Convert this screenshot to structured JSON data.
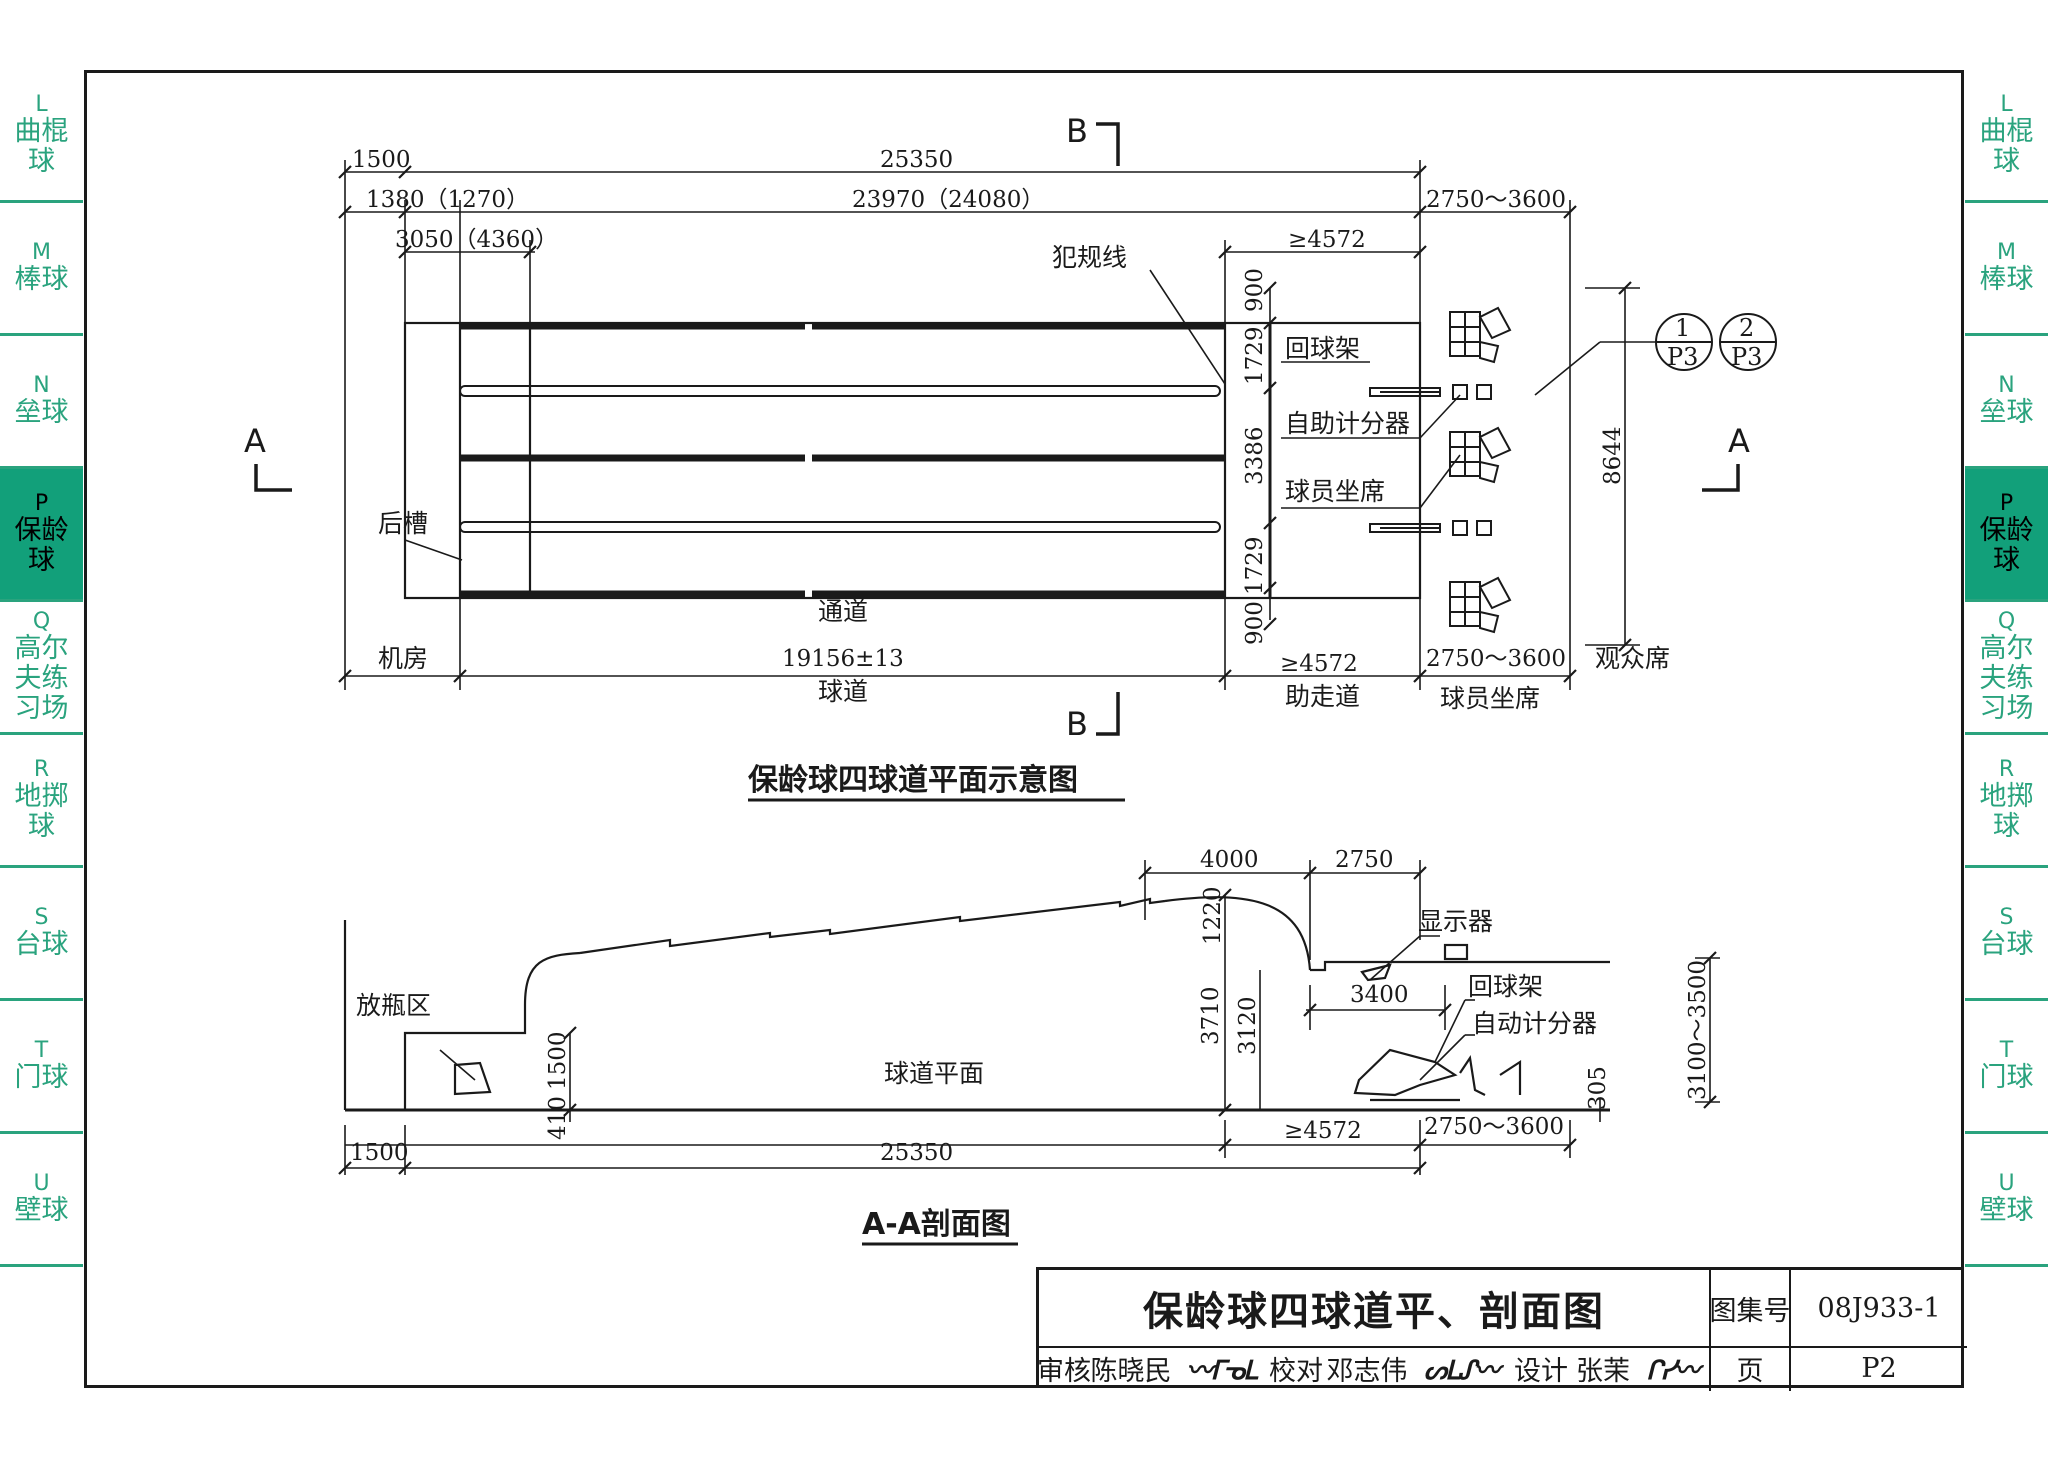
{
  "side_tabs": [
    {
      "code": "L",
      "name": "曲棍球",
      "active": false
    },
    {
      "code": "M",
      "name": "棒球",
      "active": false
    },
    {
      "code": "N",
      "name": "垒球",
      "active": false
    },
    {
      "code": "P",
      "name": "保龄球",
      "active": true
    },
    {
      "code": "Q",
      "name": "高尔夫练习场",
      "active": false
    },
    {
      "code": "R",
      "name": "地掷球",
      "active": false
    },
    {
      "code": "S",
      "name": "台球",
      "active": false
    },
    {
      "code": "T",
      "name": "门球",
      "active": false
    },
    {
      "code": "U",
      "name": "壁球",
      "active": false
    }
  ],
  "plan": {
    "caption": "保龄球四球道平面示意图",
    "section_mark_a": "A",
    "section_mark_b": "B",
    "dims": {
      "d1500": "1500",
      "d25350": "25350",
      "d1380": "1380（1270）",
      "d23970": "23970（24080）",
      "d2750_3600_top": "2750～3600",
      "d3050": "3050（4360）",
      "d4572_top": "≥4572",
      "d900_top": "900",
      "d1729_top": "1729",
      "d3386": "3386",
      "d1729_bot": "1729",
      "d900_bot": "900",
      "d8644": "8644",
      "d19156": "19156±13",
      "d4572_bot": "≥4572",
      "d2750_3600_bot": "2750～3600"
    },
    "labels": {
      "foul_line": "犯规线",
      "ball_return": "回球架",
      "auto_scorer": "自助计分器",
      "player_seat": "球员坐席",
      "pit": "后槽",
      "aisle": "通道",
      "machine_room": "机房",
      "lane": "球道",
      "approach": "助走道",
      "player_seats_zone": "球员坐席",
      "spectators": "观众席"
    },
    "detail_refs": [
      {
        "num": "1",
        "sheet": "P3"
      },
      {
        "num": "2",
        "sheet": "P3"
      }
    ]
  },
  "section": {
    "caption": "A-A剖面图",
    "dims": {
      "d4000": "4000",
      "d2750": "2750",
      "d1220": "1220",
      "d3710": "3710",
      "d3120": "3120",
      "d3400": "3400",
      "d3100_3500": "3100～3500",
      "d1500v": "1500",
      "d410": "410",
      "d305": "305",
      "d4572": "≥4572",
      "d2750_3600": "2750～3600",
      "d1500": "1500",
      "d25350": "25350"
    },
    "labels": {
      "pin_area": "放瓶区",
      "display": "显示器",
      "ball_return": "回球架",
      "auto_scorer": "自动计分器",
      "lane_surface": "球道平面"
    }
  },
  "title_block": {
    "title": "保龄球四球道平、剖面图",
    "atlas_no_label": "图集号",
    "atlas_no": "08J933-1",
    "review_label": "审核",
    "reviewer": "陈晓民",
    "check_label": "校对",
    "checker": "邓志伟",
    "design_label": "设计",
    "designer": "张茉",
    "page_label": "页",
    "page": "P2"
  }
}
